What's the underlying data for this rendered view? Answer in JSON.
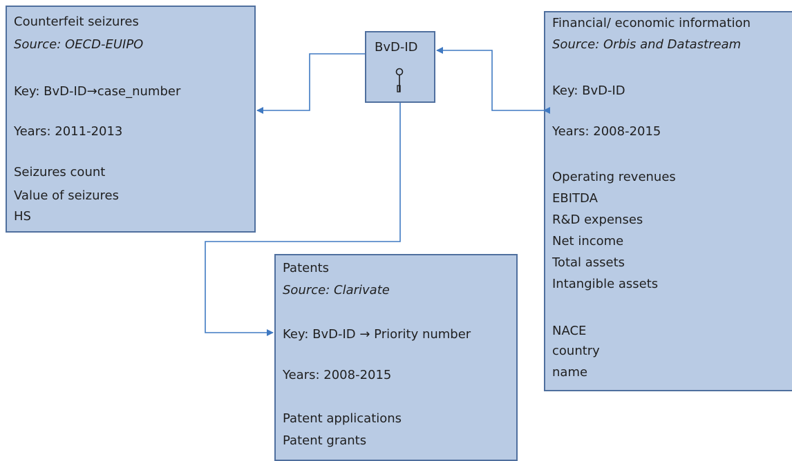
{
  "counterfeit": {
    "title": "Counterfeit seizures",
    "source": "Source: OECD-EUIPO",
    "key": "Key: BvD-ID→case_number",
    "years": "Years: 2011-2013",
    "vars": [
      "Seizures count",
      "Value of seizures",
      "HS"
    ]
  },
  "bvd": {
    "label": "BvD-ID",
    "icon": "key-icon"
  },
  "financial": {
    "title": "Financial/ economic information",
    "source": "Source: Orbis and Datastream",
    "key": "Key: BvD-ID",
    "years": "Years: 2008-2015",
    "vars": [
      "Operating revenues",
      "EBITDA",
      "R&D expenses",
      "Net income",
      "Total assets",
      "Intangible assets"
    ],
    "vars2": [
      "NACE",
      "country",
      "name"
    ]
  },
  "patents": {
    "title": "Patents",
    "source": "Source: Clarivate",
    "key": "Key: BvD-ID → Priority number",
    "years": "Years: 2008-2015",
    "vars": [
      "Patent applications",
      "Patent grants"
    ]
  },
  "colors": {
    "box_fill": "#b9cbe4",
    "box_border": "#4f6f9e",
    "connector": "#3f79c2"
  }
}
